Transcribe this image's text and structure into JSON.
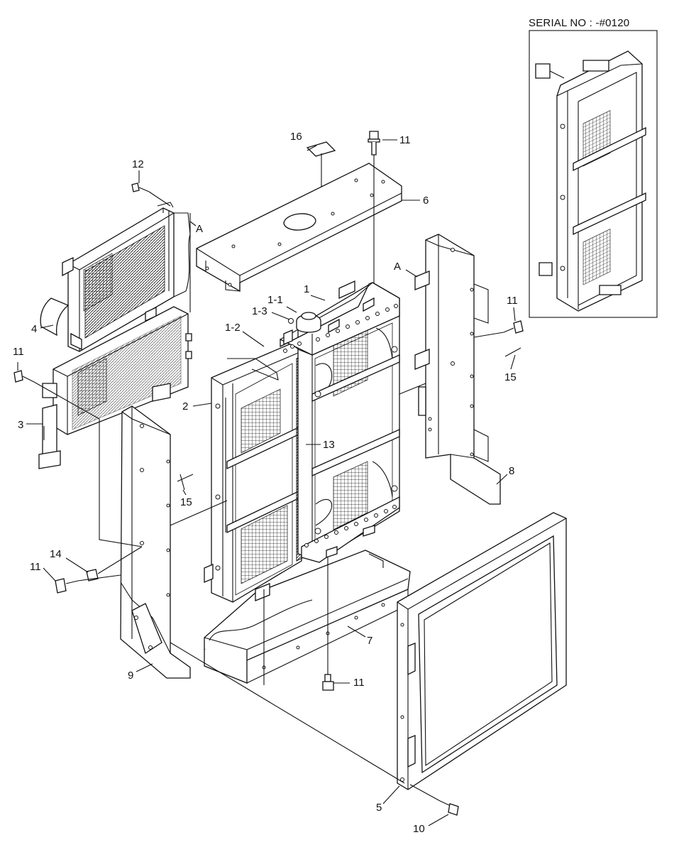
{
  "serial_note": "SERIAL NO : -#0120",
  "part_labels": {
    "p1": "1",
    "p1_1": "1-1",
    "p1_2": "1-2",
    "p1_3": "1-3",
    "p2": "2",
    "p3": "3",
    "p4": "4",
    "p5": "5",
    "p6": "6",
    "p7": "7",
    "p8": "8",
    "p9": "9",
    "p10": "10",
    "p11": "11",
    "p12": "12",
    "p13": "13",
    "p14": "14",
    "p15": "15",
    "p16": "16",
    "ref_a": "A"
  }
}
